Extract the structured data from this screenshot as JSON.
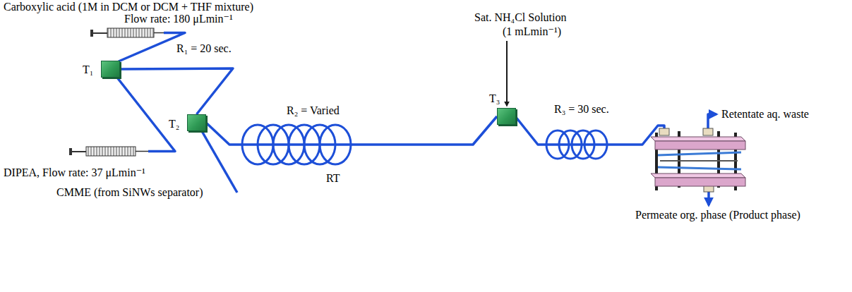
{
  "diagram": {
    "nodes": [
      {
        "text": [
          "T₁"
        ]
      },
      {
        "text": [
          "T₂"
        ]
      },
      {
        "text": [
          "T₃"
        ]
      }
    ],
    "edges": [
      {
        "from": 0,
        "to": 1,
        "arrow": "none",
        "label": "R₁ = 20 sec."
      },
      {
        "from": 1,
        "to": 2,
        "arrow": "none",
        "label": "R₂ = Varied"
      }
    ],
    "labels": [
      "Carboxylic acid (1M in DCM or DCM + THF mixture)",
      "Flow rate: 180 μLmin⁻¹",
      "DIPEA, Flow rate: 37 μLmin⁻¹",
      "CMME (from SiNWs separator)",
      "RT",
      "Sat. NH₄Cl Solution",
      "(1 mLmin⁻¹)",
      "R₃ = 30 sec.",
      "Retentate aq. waste",
      "Permeate org. phase (Product phase)"
    ]
  }
}
